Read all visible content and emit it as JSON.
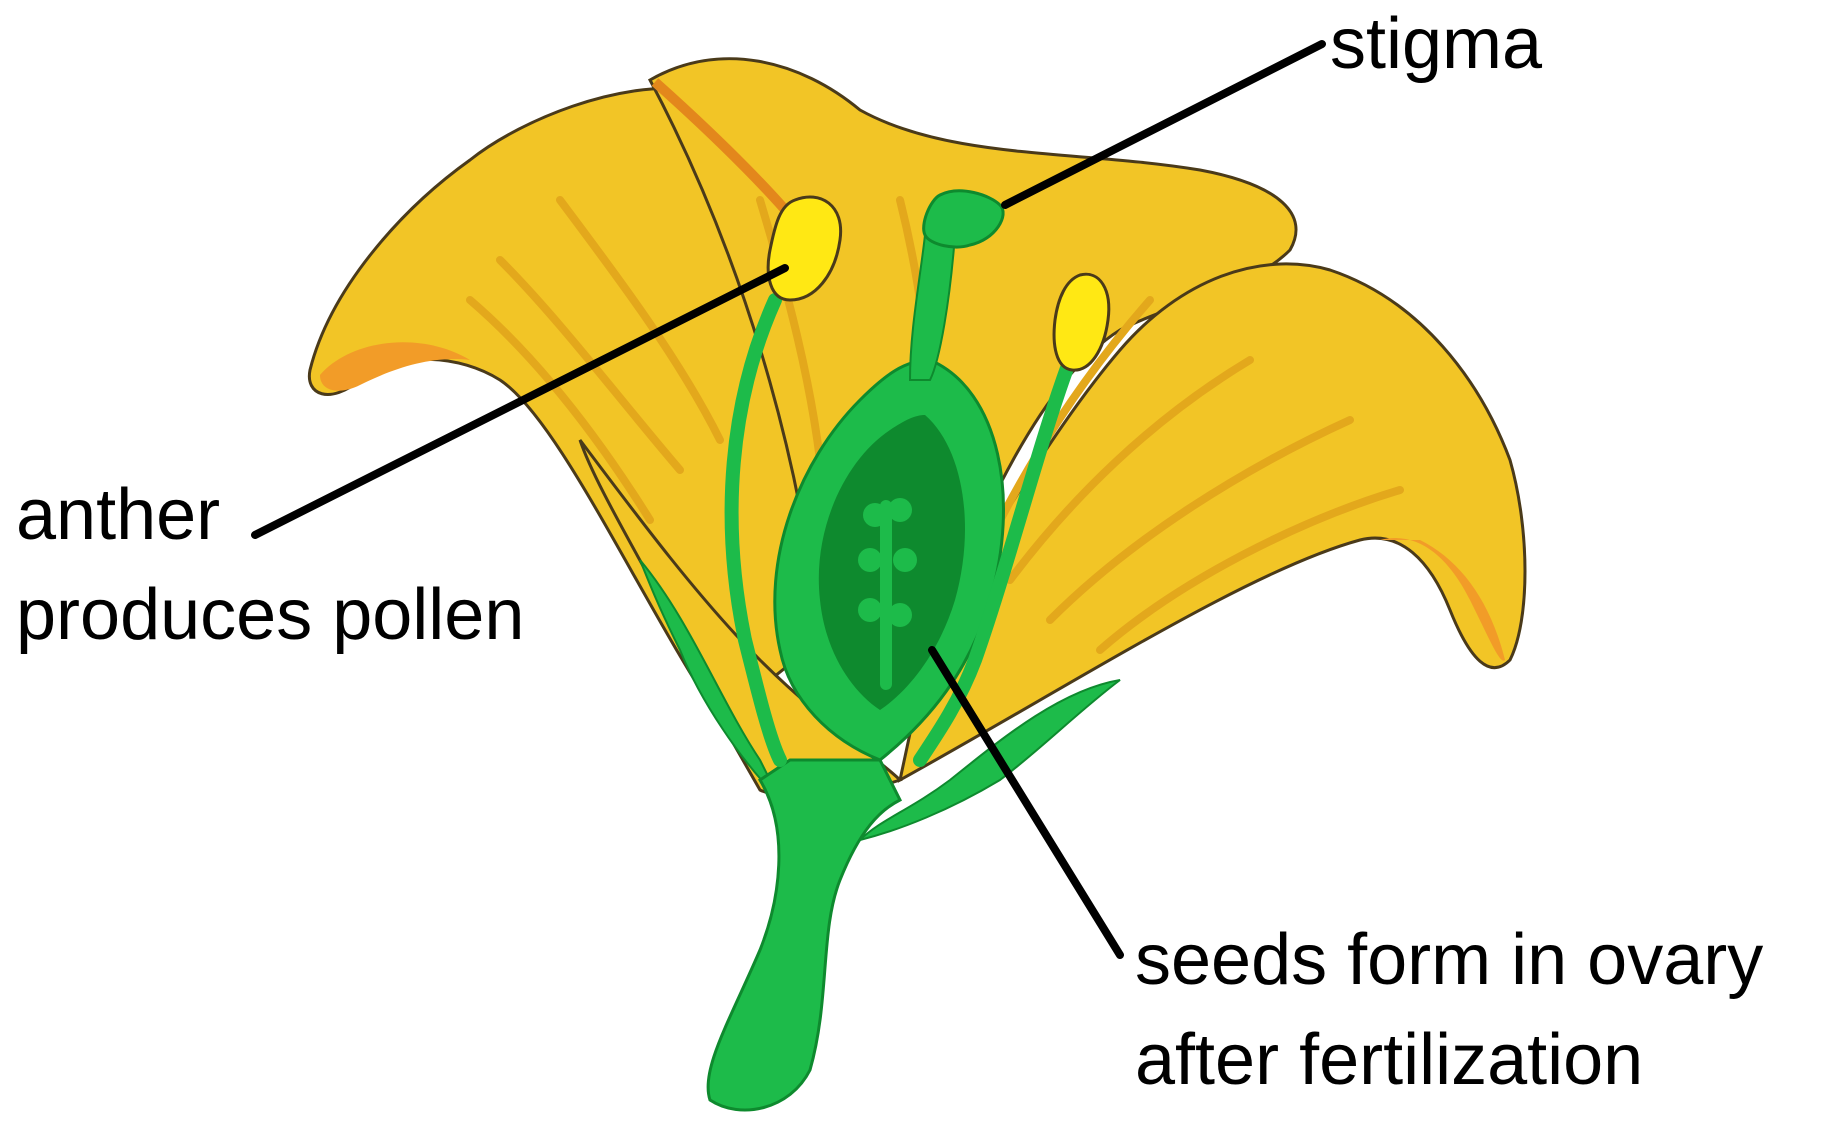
{
  "labels": {
    "stigma": "stigma",
    "anther_line1": "anther",
    "anther_line2": "produces pollen",
    "seeds_line1": "seeds form in ovary",
    "seeds_line2": "after fertilization"
  },
  "colors": {
    "petal": "#f2c526",
    "petal_vein": "#e3a81c",
    "petal_fold": "#f29c28",
    "outline": "#4a3a1a",
    "green": "#1dbb4a",
    "green_dark": "#0e8a2e",
    "anther": "#ffe814",
    "leader_line": "#000000"
  }
}
